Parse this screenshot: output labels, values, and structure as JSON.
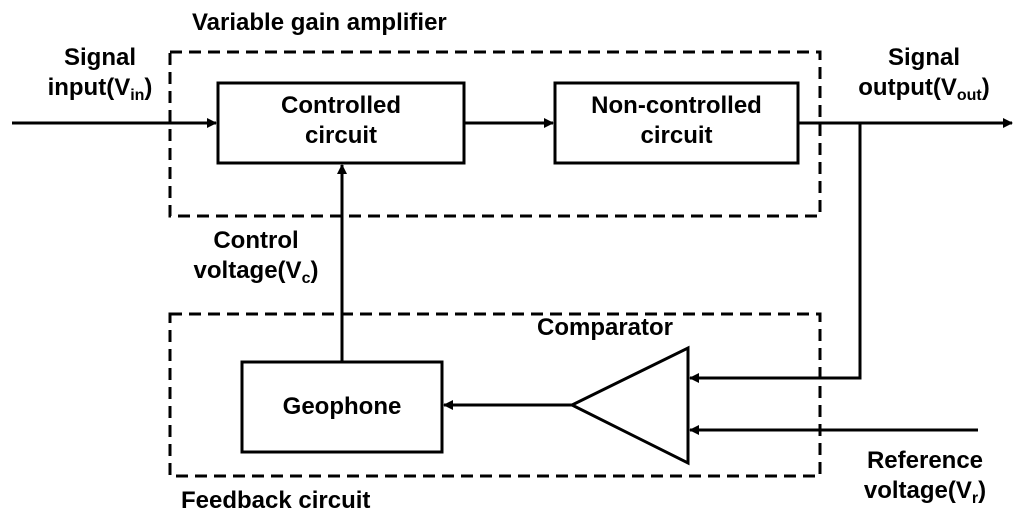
{
  "vga": {
    "title": "Variable gain amplifier"
  },
  "feedback": {
    "title": "Feedback circuit"
  },
  "blocks": {
    "controlled": {
      "line1": "Controlled",
      "line2": "circuit"
    },
    "noncontrolled": {
      "line1": "Non-controlled",
      "line2": "circuit"
    },
    "geophone": {
      "label": "Geophone"
    },
    "comparator": {
      "label": "Comparator"
    }
  },
  "signals": {
    "input": {
      "line1": "Signal",
      "line2_main": "input(V",
      "line2_sub": "in",
      "line2_end": ")"
    },
    "output": {
      "line1": "Signal",
      "line2_main": "output(V",
      "line2_sub": "out",
      "line2_end": ")"
    },
    "control": {
      "line1": "Control",
      "line2_main": "voltage(V",
      "line2_sub": "c",
      "line2_end": ")"
    },
    "reference": {
      "line1": "Reference",
      "line2_main": "voltage(V",
      "line2_sub": "r",
      "line2_end": ")"
    }
  }
}
